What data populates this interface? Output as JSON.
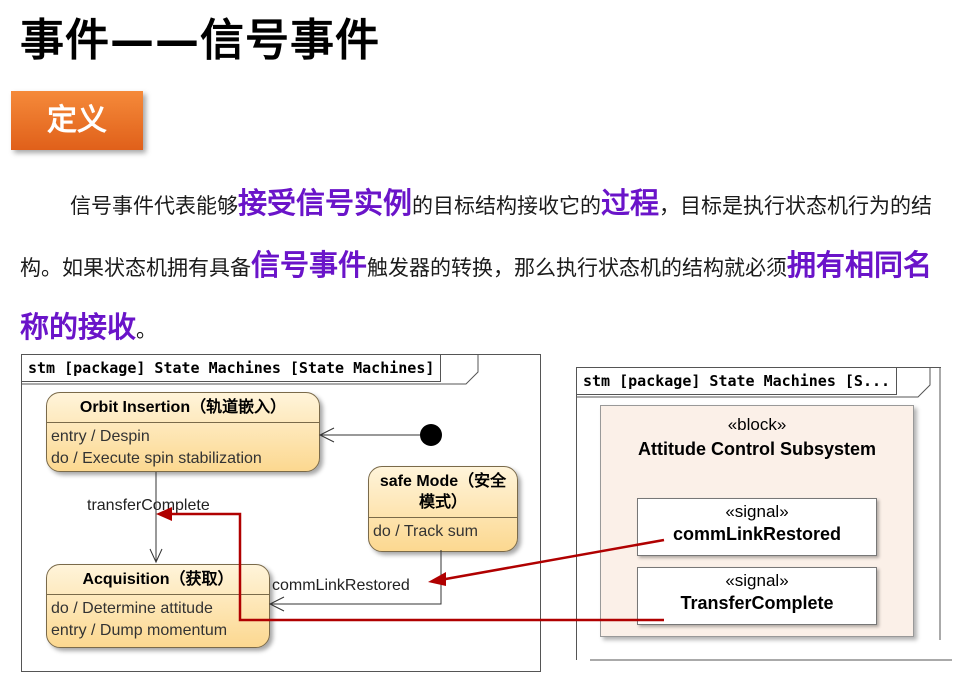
{
  "title": "事件——信号事件",
  "badge": "定义",
  "paragraph": {
    "p1": "信号事件代表能够",
    "h1": "接受信号实例",
    "p2": "的目标结构接收它的",
    "h2": "过程",
    "p3": "，目标是执行状态机行为的结构。如果状态机拥有具备",
    "h3": "信号事件",
    "p4": "触发器的转换，那么执行状态机的结构就必须",
    "h4": "拥有相同名称的接收",
    "p5": "。"
  },
  "left_diagram": {
    "frame_label": "stm [package] State Machines [State Machines]",
    "orbit": {
      "name": "Orbit Insertion（轨道嵌入）",
      "entry": "entry / Despin",
      "do": "do / Execute spin stabilization"
    },
    "safe": {
      "name": "safe Mode（安全模式）",
      "do": "do / Track sum"
    },
    "acq": {
      "name": "Acquisition（获取）",
      "do": "do / Determine attitude",
      "entry": "entry / Dump momentum"
    },
    "trans1": "transferComplete",
    "trans2": "commLinkRestored"
  },
  "right_diagram": {
    "frame_label": "stm [package] State Machines [S...",
    "block_stereotype": "«block»",
    "block_name": "Attitude Control Subsystem",
    "signals": [
      {
        "stereotype": "«signal»",
        "name": "commLinkRestored"
      },
      {
        "stereotype": "«signal»",
        "name": "TransferComplete"
      }
    ]
  },
  "colors": {
    "highlight": "#6a14c9",
    "badge": "#ef7a2a",
    "arrow_red": "#b00000",
    "state_fill": "#fcd890"
  }
}
